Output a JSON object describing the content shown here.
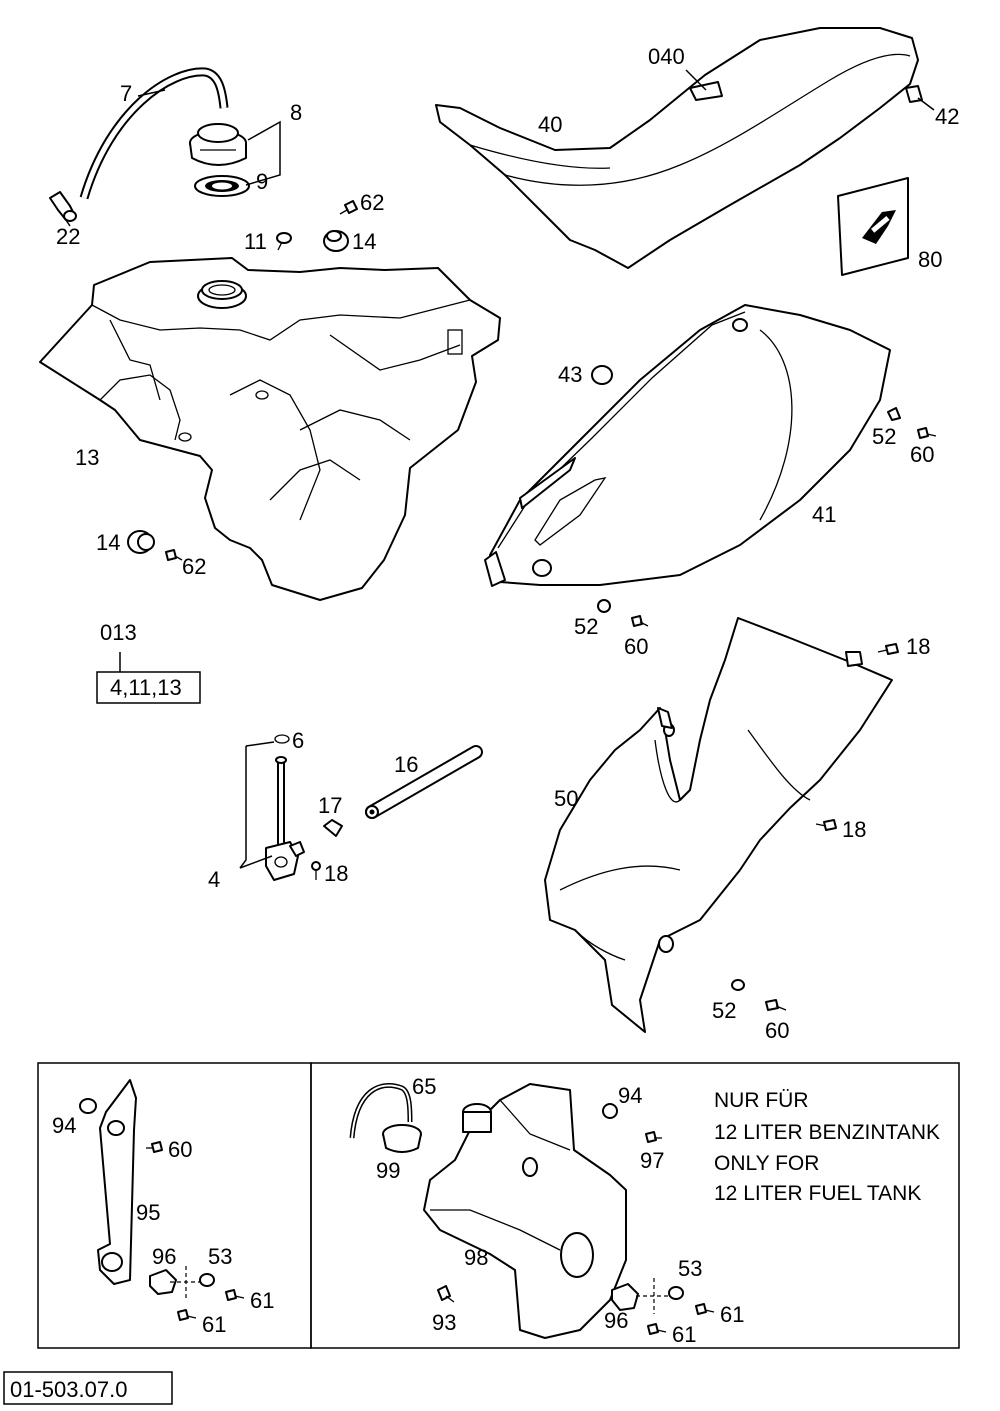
{
  "labels": {
    "p7": "7",
    "p8": "8",
    "p9": "9",
    "p22": "22",
    "p62a": "62",
    "p11": "11",
    "p14a": "14",
    "p040": "040",
    "p40": "40",
    "p42": "42",
    "p80": "80",
    "p13": "13",
    "p43": "43",
    "p52a": "52",
    "p60a": "60",
    "p41": "41",
    "p14b": "14",
    "p62b": "62",
    "p52b": "52",
    "p60b": "60",
    "p013": "013",
    "p013set": "4,11,13",
    "p18a": "18",
    "p6": "6",
    "p16": "16",
    "p17": "17",
    "p50": "50",
    "p18b": "18",
    "p4": "4",
    "p18c": "18",
    "p52c": "52",
    "p60c": "60",
    "p94a": "94",
    "p60d": "60",
    "p95": "95",
    "p96a": "96",
    "p53a": "53",
    "p61a": "61",
    "p61b": "61",
    "p65": "65",
    "p94b": "94",
    "p97": "97",
    "p99": "99",
    "p98": "98",
    "p53b": "53",
    "p93": "93",
    "p96b": "96",
    "p61c": "61",
    "p61d": "61"
  },
  "note": {
    "line1": "NUR FÜR",
    "line2": "12 LITER BENZINTANK",
    "line3": "ONLY FOR",
    "line4": "12 LITER FUEL TANK"
  },
  "drawing_number": "01-503.07.0"
}
